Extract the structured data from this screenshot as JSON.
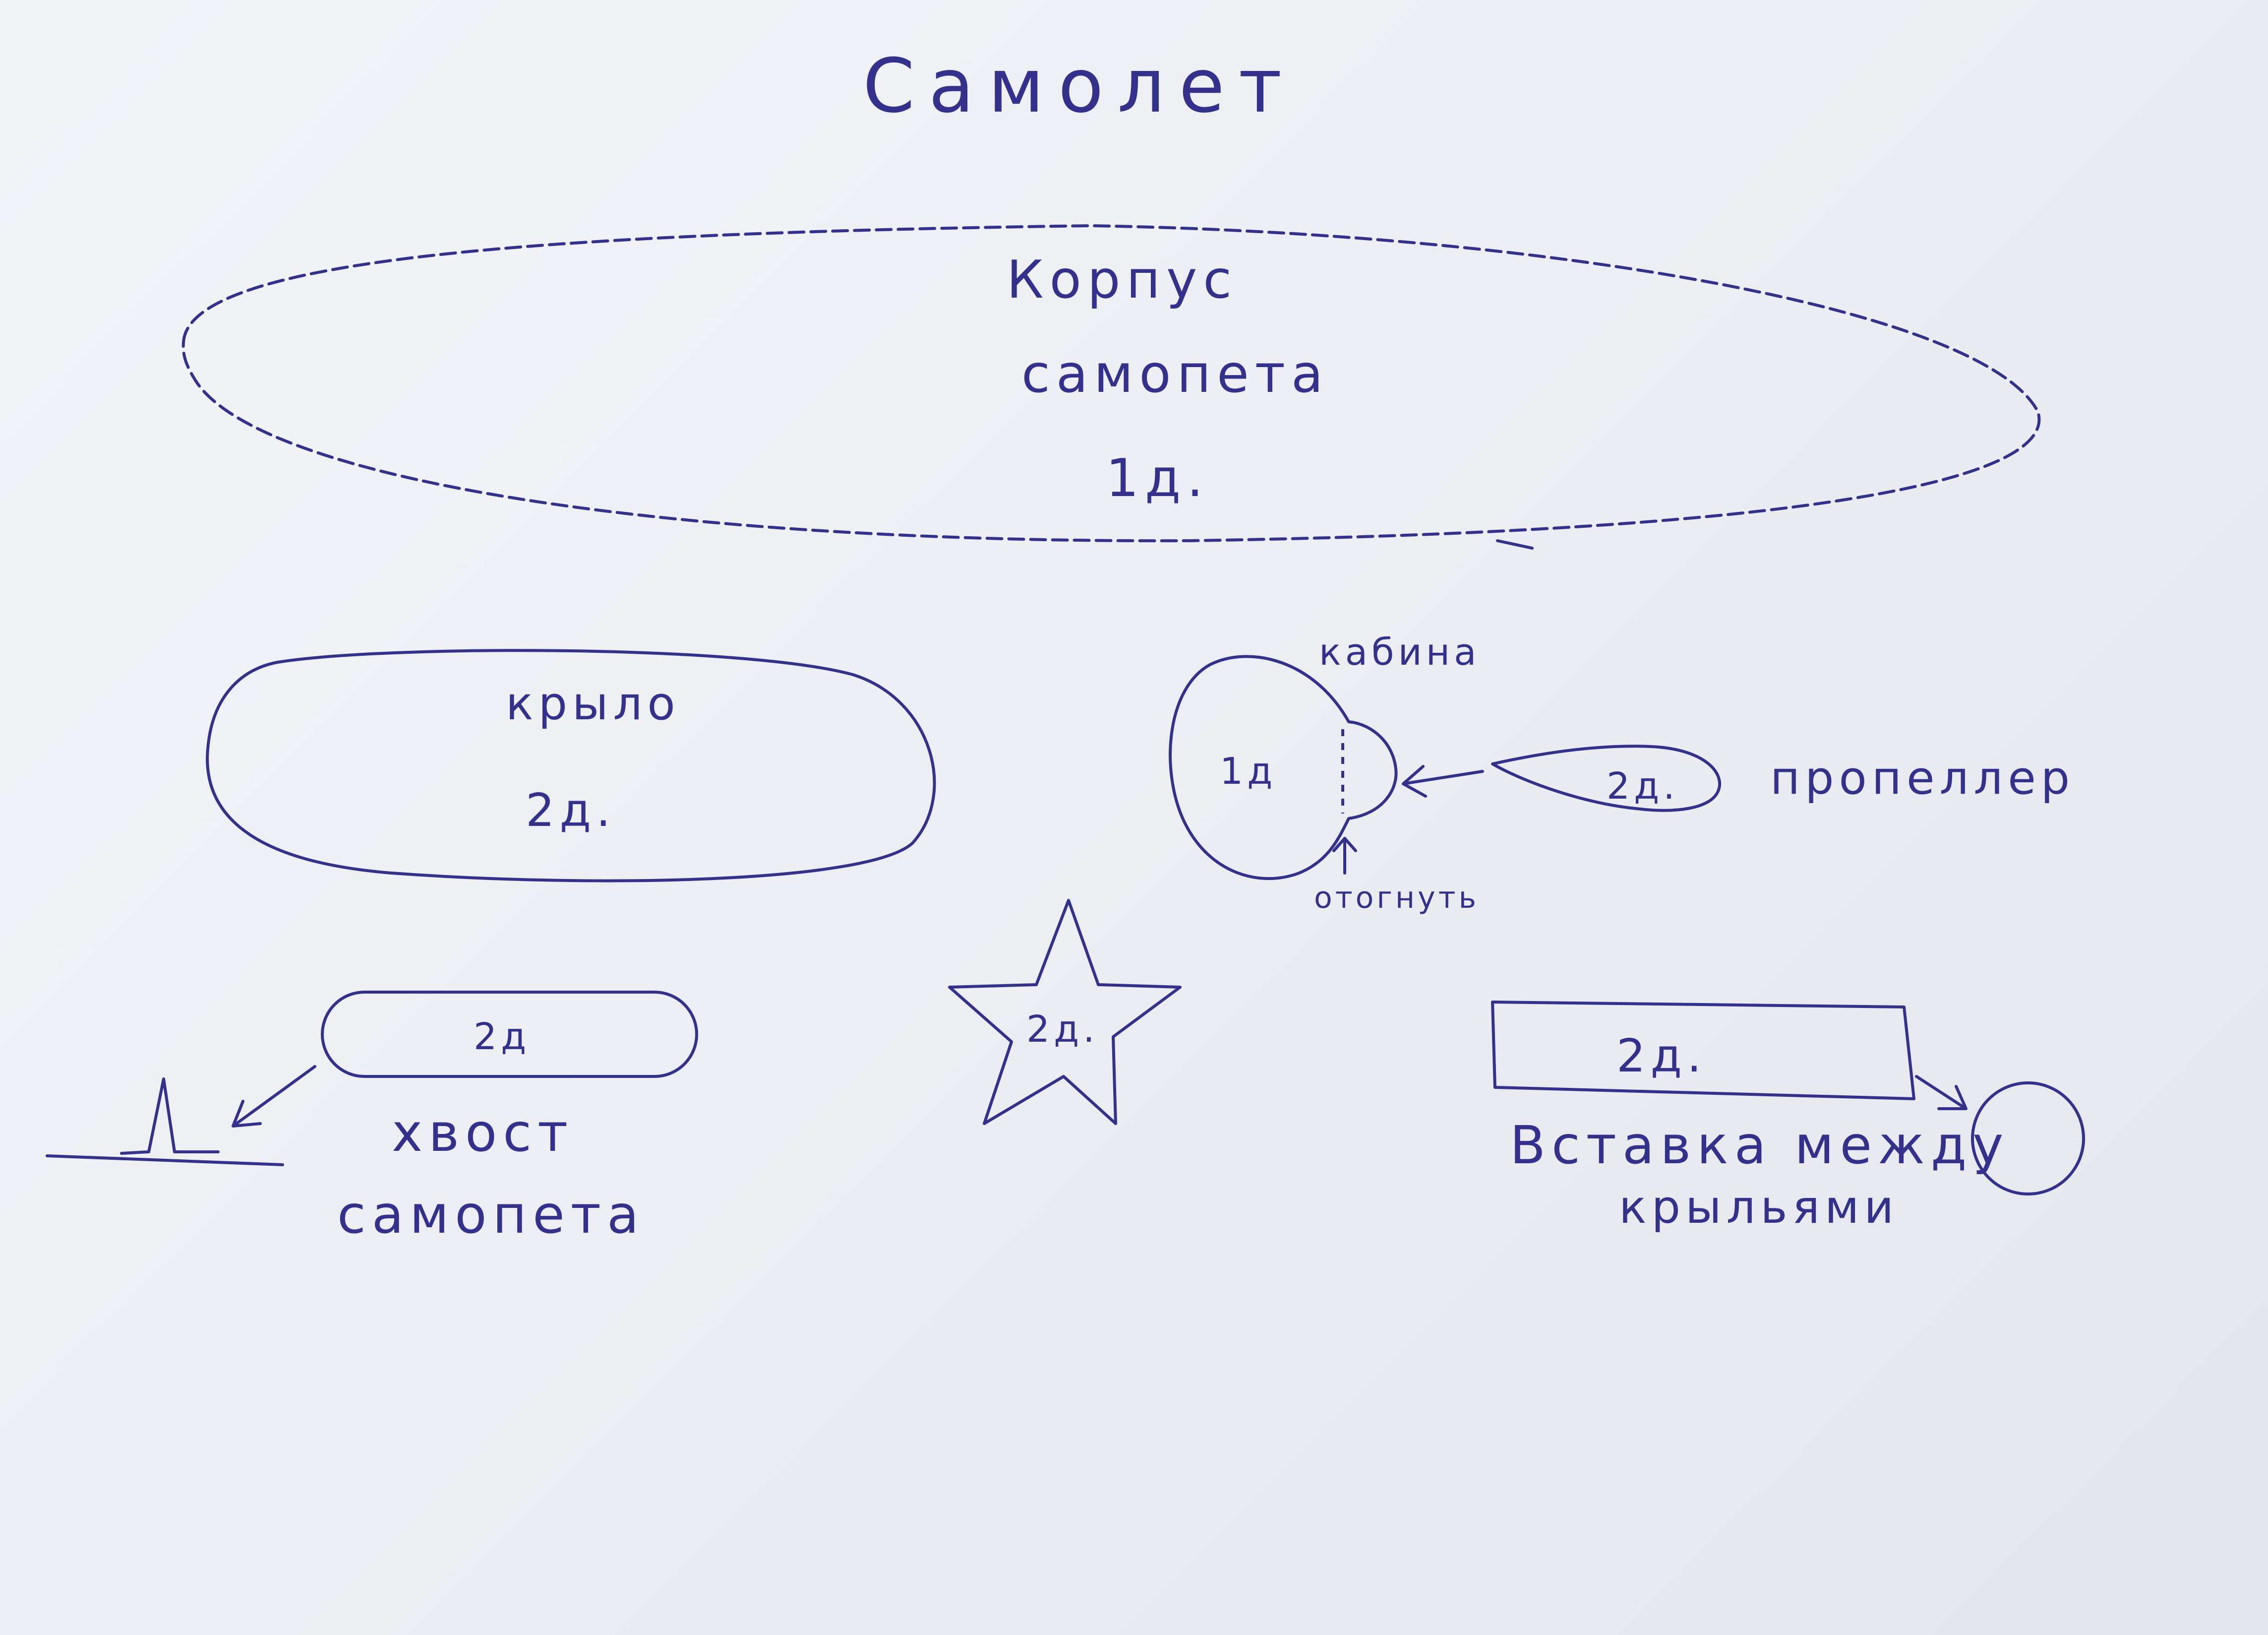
{
  "title": "Самолет",
  "parts": {
    "body": {
      "label_line1": "Корпус",
      "label_line2": "самопета",
      "count": "1д."
    },
    "wing": {
      "label": "крыло",
      "count": "2д."
    },
    "cabin": {
      "label": "кабина",
      "count": "1д",
      "fold_note": "отогнуть"
    },
    "propeller": {
      "label": "пропеллер",
      "count": "2д."
    },
    "star": {
      "count": "2д."
    },
    "tail": {
      "count": "2д",
      "label_line1": "хвост",
      "label_line2": "самопета"
    },
    "insert": {
      "count": "2д.",
      "label_line1": "Вставка между",
      "label_line2": "крыльями"
    }
  },
  "colors": {
    "ink": "#34318c",
    "paper": "#eef0f5"
  }
}
